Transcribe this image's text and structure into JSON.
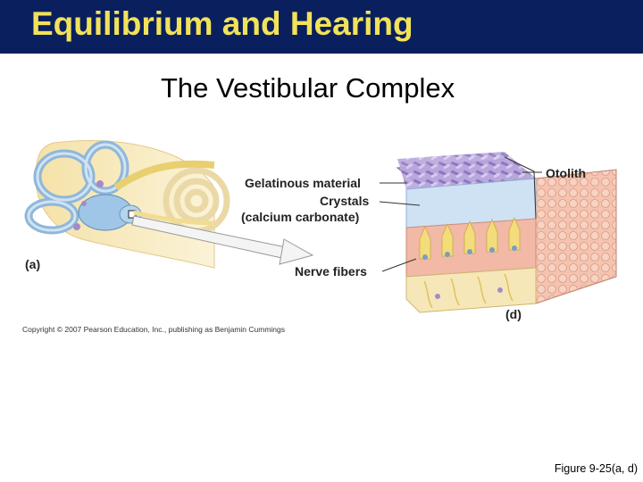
{
  "slide": {
    "title": "Equilibrium and Hearing",
    "subtitle": "The Vestibular Complex",
    "caption": "Figure 9-25(a, d)"
  },
  "figure": {
    "panel_a_label": "(a)",
    "panel_d_label": "(d)",
    "labels": {
      "gelatinous": "Gelatinous material",
      "crystals": "Crystals",
      "calcium": "(calcium carbonate)",
      "nerve": "Nerve fibers",
      "otolith": "Otolith"
    },
    "copyright": "Copyright © 2007 Pearson Education, Inc., publishing as Benjamin Cummings"
  },
  "colors": {
    "title_bar": "#0a1f5e",
    "title_text": "#f2e25a",
    "membrane_blue": "#9fc6e6",
    "crystal_purple": "#a48bc8",
    "tissue_pink": "#f1b9a6",
    "fiber_yellow": "#f3dc7a"
  }
}
